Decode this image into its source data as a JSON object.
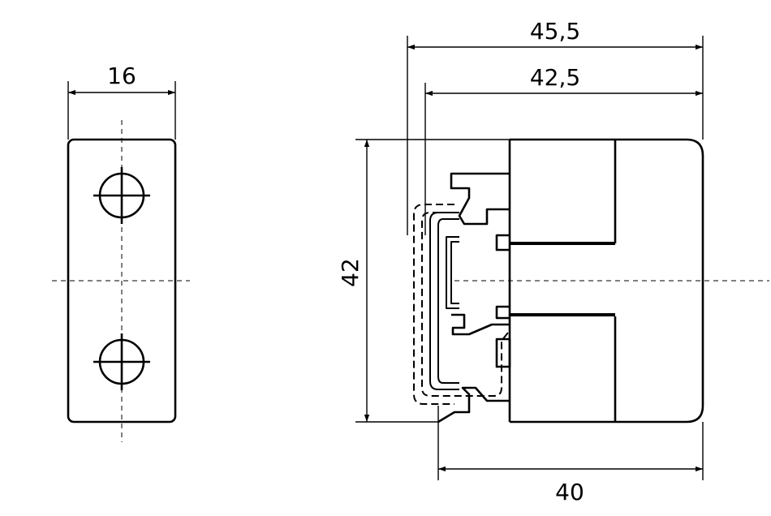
{
  "dimensions": {
    "side_width": "16",
    "total_depth": "45,5",
    "inner_depth": "42,5",
    "height": "42",
    "base_depth": "40"
  }
}
